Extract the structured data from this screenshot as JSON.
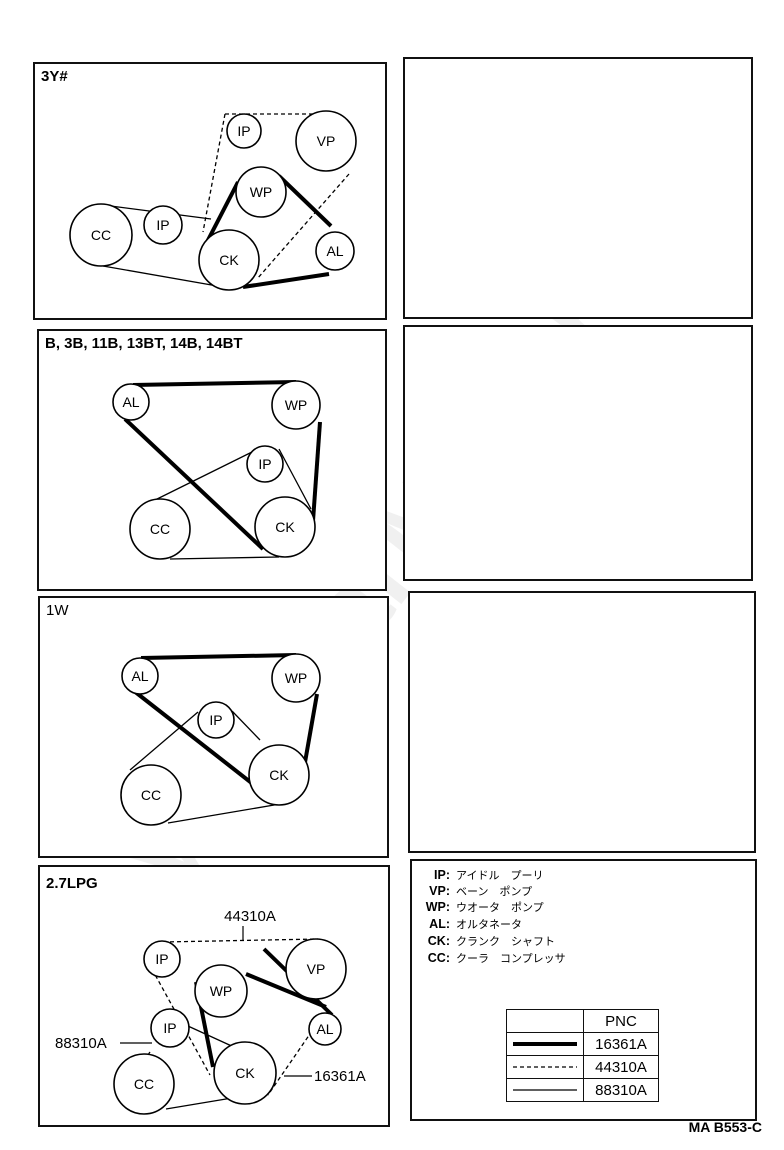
{
  "panels": {
    "p1": {
      "title": "3Y#",
      "labels": {
        "ip1": "IP",
        "vp": "VP",
        "wp": "WP",
        "cc": "CC",
        "ip2": "IP",
        "ck": "CK",
        "al": "AL"
      }
    },
    "p2": {
      "title": "B, 3B, 11B, 13BT, 14B, 14BT",
      "labels": {
        "al": "AL",
        "wp": "WP",
        "ip": "IP",
        "cc": "CC",
        "ck": "CK"
      }
    },
    "p3": {
      "title": "1W",
      "labels": {
        "al": "AL",
        "wp": "WP",
        "ip": "IP",
        "ck": "CK",
        "cc": "CC"
      }
    },
    "p4": {
      "title": "2.7LPG",
      "labels": {
        "ip1": "IP",
        "vp": "VP",
        "wp": "WP",
        "ip2": "IP",
        "al": "AL",
        "cc": "CC",
        "ck": "CK"
      },
      "callouts": {
        "top": "44310A",
        "left": "88310A",
        "right": "16361A"
      }
    }
  },
  "legend": {
    "items": [
      {
        "code": "IP:",
        "desc": "アイドル　プーリ"
      },
      {
        "code": "VP:",
        "desc": "ベーン　ポンプ"
      },
      {
        "code": "WP:",
        "desc": "ウオータ　ポンプ"
      },
      {
        "code": "AL:",
        "desc": "オルタネータ"
      },
      {
        "code": "CK:",
        "desc": "クランク　シャフト"
      },
      {
        "code": "CC:",
        "desc": "クーラ　コンプレッサ"
      }
    ],
    "table_header": "PNC",
    "rows": [
      {
        "style": "thick",
        "pnc": "16361A"
      },
      {
        "style": "dashed",
        "pnc": "44310A"
      },
      {
        "style": "thin",
        "pnc": "88310A"
      }
    ]
  },
  "reference": "MA B553-C",
  "watermark": "ToyotaCarMine.ru"
}
